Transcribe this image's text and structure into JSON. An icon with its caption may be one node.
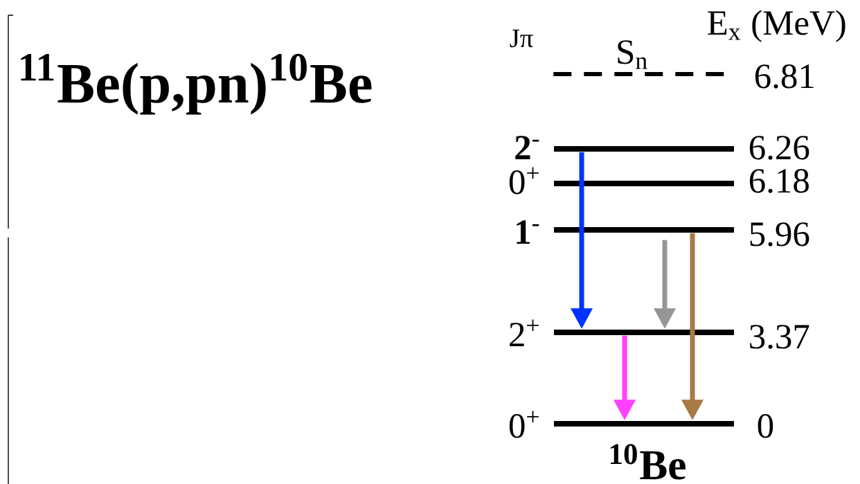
{
  "diagram": {
    "title": "$^{11}$Be(p,pn)$^{10}$Be",
    "nodes": [
      {
        "text": [],
        "shape": "line",
        "beside": [
          "S$_{n}$",
          "6.81"
        ]
      },
      {
        "text": [],
        "shape": "bar",
        "beside": [
          "**2**$^{-}$",
          "6.26"
        ]
      },
      {
        "text": [],
        "shape": "bar",
        "beside": [
          "0$^{+}$",
          "6.18"
        ]
      },
      {
        "text": [],
        "shape": "bar",
        "beside": [
          "**1**$^{-}$",
          "5.96"
        ]
      },
      {
        "text": [],
        "shape": "bar",
        "beside": [
          "2$^{+}$",
          "3.37"
        ]
      },
      {
        "text": [],
        "shape": "bar",
        "beside": [
          "0$^{+}$",
          "0"
        ]
      }
    ],
    "edges": [
      {
        "from": 1,
        "to": 4,
        "arrow": "to",
        "color": "#0033ff"
      },
      {
        "from": 3,
        "to": 4,
        "arrow": "to",
        "color": "#969696"
      },
      {
        "from": 4,
        "to": 5,
        "arrow": "to",
        "color": "#ff40ff"
      },
      {
        "from": 3,
        "to": 5,
        "arrow": "to",
        "color": "#a87a44"
      }
    ],
    "labels": [
      "Jπ",
      "E$_{x}$ (MeV)",
      "$^{10}$Be"
    ]
  }
}
